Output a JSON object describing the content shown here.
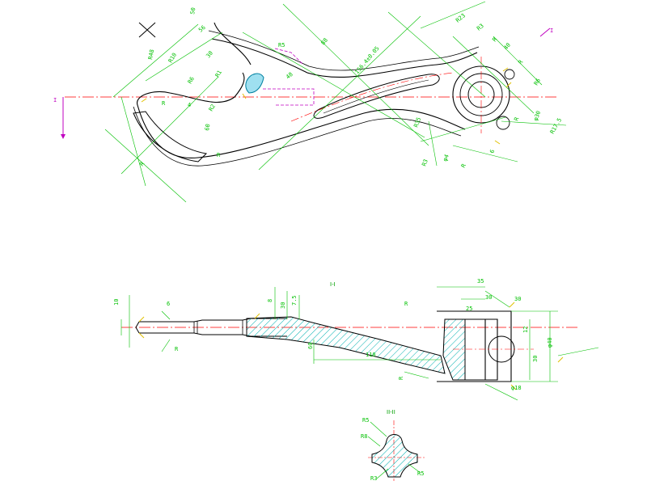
{
  "colors": {
    "background": "#ffffff",
    "outline": "#000000",
    "dimension": "#00c000",
    "centerline": "#ff0000",
    "hidden": "#c000c0",
    "hatch": "#00b0b0",
    "highlight": "#00a0a0",
    "note": "#e0c000"
  },
  "section_labels": {
    "cut_left": "I",
    "cut_right": "I",
    "section_i": "I-I",
    "section_ii": "II-II"
  },
  "top_view_dims": {
    "d1": "R48",
    "d2": "50",
    "d3": "R10",
    "d4": "30",
    "d5": "88",
    "d6": "R1",
    "d7": "56",
    "d8": "R6",
    "d9": "R",
    "d10": "4",
    "d11": "R",
    "d12": "R2",
    "d13": "60",
    "d14": "R",
    "d15": "156.4±0.05",
    "d16": "R5",
    "d17": "48",
    "d18": "R23",
    "d19": "R3",
    "d20": "R",
    "d21": "40",
    "d22": "R",
    "d23": "R6",
    "d24": "R35",
    "d25": "R3",
    "d26": "φ4",
    "d27": "R17.5",
    "d28": "R",
    "d29": "6",
    "d30": "φ30",
    "d31": "R"
  },
  "side_view_dims": {
    "s1": "10",
    "s2": "35",
    "s3": "30",
    "s4": "6",
    "s5": "R",
    "s6": "8",
    "s7": "7.5",
    "s8": "60",
    "s9": "110",
    "s10": "30",
    "s11": "25",
    "s12": "30",
    "s13": "12",
    "s14": "φ40",
    "s15": "30",
    "s16": "φ18",
    "s17": "R",
    "s18": "R"
  },
  "section_dims": {
    "r1": "R5",
    "r2": "R8",
    "r3": "R3",
    "r4": "R5"
  }
}
